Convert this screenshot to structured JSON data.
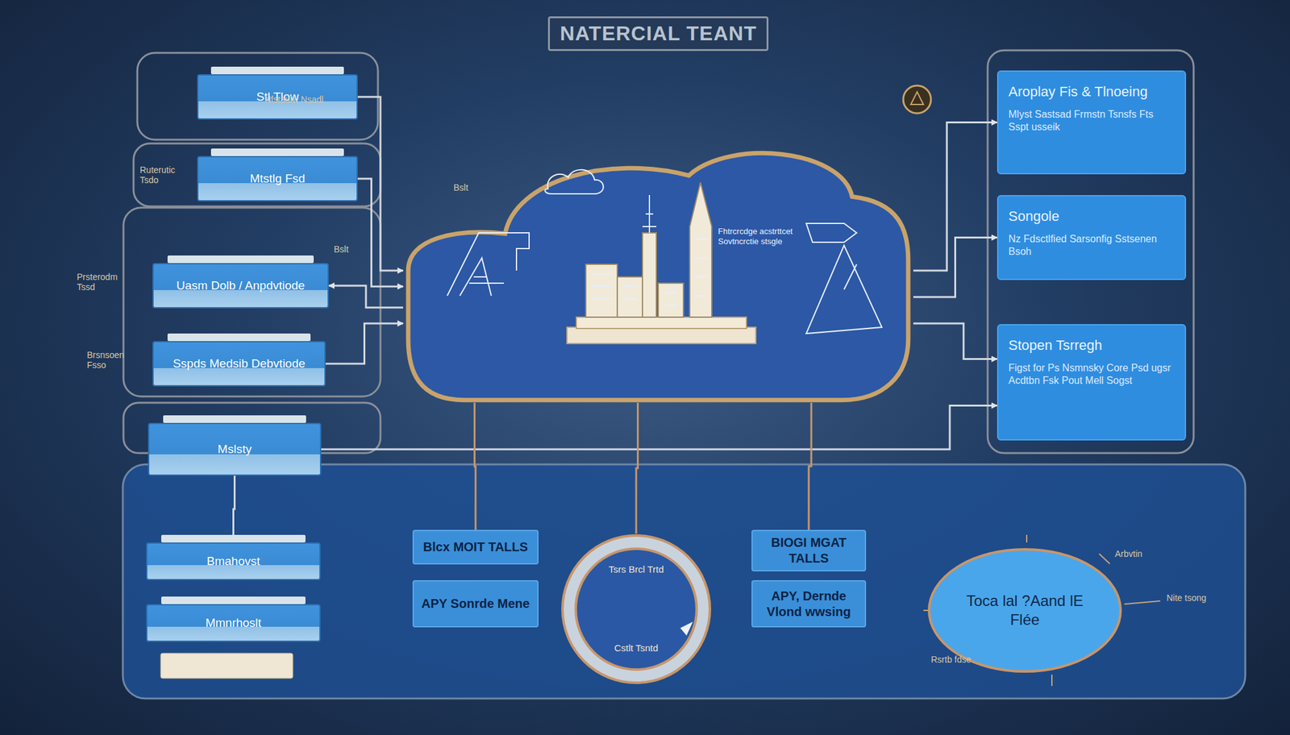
{
  "diagram": {
    "title": "NATERCIAL TEANT",
    "nodes": [
      {
        "text": [
          "Stl Tlow"
        ]
      },
      {
        "text": [
          "Mtstlg Fsd"
        ]
      },
      {
        "text": [
          "Uasm Dolb / Anpdvtiode"
        ]
      },
      {
        "text": [
          "Sspds Medsib Debvtiode"
        ]
      },
      {
        "text": [
          "Mslsty"
        ]
      },
      {
        "text": [
          "Bmahovst"
        ]
      },
      {
        "text": [
          "Mmnrhoslt"
        ]
      },
      {
        "text": [
          "Fhtrcrcdge acstrttcet Sovtncrctie stsgle"
        ]
      },
      {
        "text": [
          "Aroplay Fis & Tlnoeing",
          "Mlyst Sastsad Frmstn Tsnsfs Fts Sspt usseik"
        ]
      },
      {
        "text": [
          "Songole",
          "Nz Fdsctlfied Sarsonfig Sstsenen Bsoh"
        ]
      },
      {
        "text": [
          "Stopen Tsrregh",
          "Figst for Ps Nsmnsky Core Psd ugsr Acdtbn Fsk Pout Mell Sogst"
        ]
      },
      {
        "text": [
          "Blcx MOIT TALLS"
        ]
      },
      {
        "text": [
          "APY Sonrde Mene"
        ]
      },
      {
        "text": [
          "Tsrs Brcl Trtd",
          "Cstlt Tsntd"
        ]
      },
      {
        "text": [
          "BIOGI MGAT TALLS"
        ]
      },
      {
        "text": [
          "APY, Dernde Vlond wwsing"
        ]
      },
      {
        "text": [
          "Toca lal ?Aand lE Flée"
        ]
      }
    ],
    "edges": [
      {
        "from": 0,
        "to": 7,
        "arrow": "to"
      },
      {
        "from": 1,
        "to": 7,
        "arrow": "to"
      },
      {
        "from": 7,
        "to": 2,
        "arrow": "to"
      },
      {
        "from": 3,
        "to": 7,
        "arrow": "to"
      },
      {
        "from": 4,
        "to": 10,
        "arrow": "to"
      },
      {
        "from": 7,
        "to": 8,
        "arrow": "to"
      },
      {
        "from": 7,
        "to": 9,
        "arrow": "to"
      },
      {
        "from": 7,
        "to": 10,
        "arrow": "to"
      },
      {
        "from": 7,
        "to": 11,
        "arrow": "none"
      },
      {
        "from": 7,
        "to": 13,
        "arrow": "none"
      },
      {
        "from": 7,
        "to": 14,
        "arrow": "none"
      },
      {
        "from": 4,
        "to": 5,
        "arrow": "none"
      }
    ],
    "labels": [
      "Nfstaulw Nsadl",
      "Ruterutic Tsdo",
      "Prsterodm Tssd",
      "Brsnsoen Fsso",
      "Bslt",
      "Bslt",
      "Arbvtin",
      "Nite tsong",
      "Rsrtb fdse"
    ]
  }
}
